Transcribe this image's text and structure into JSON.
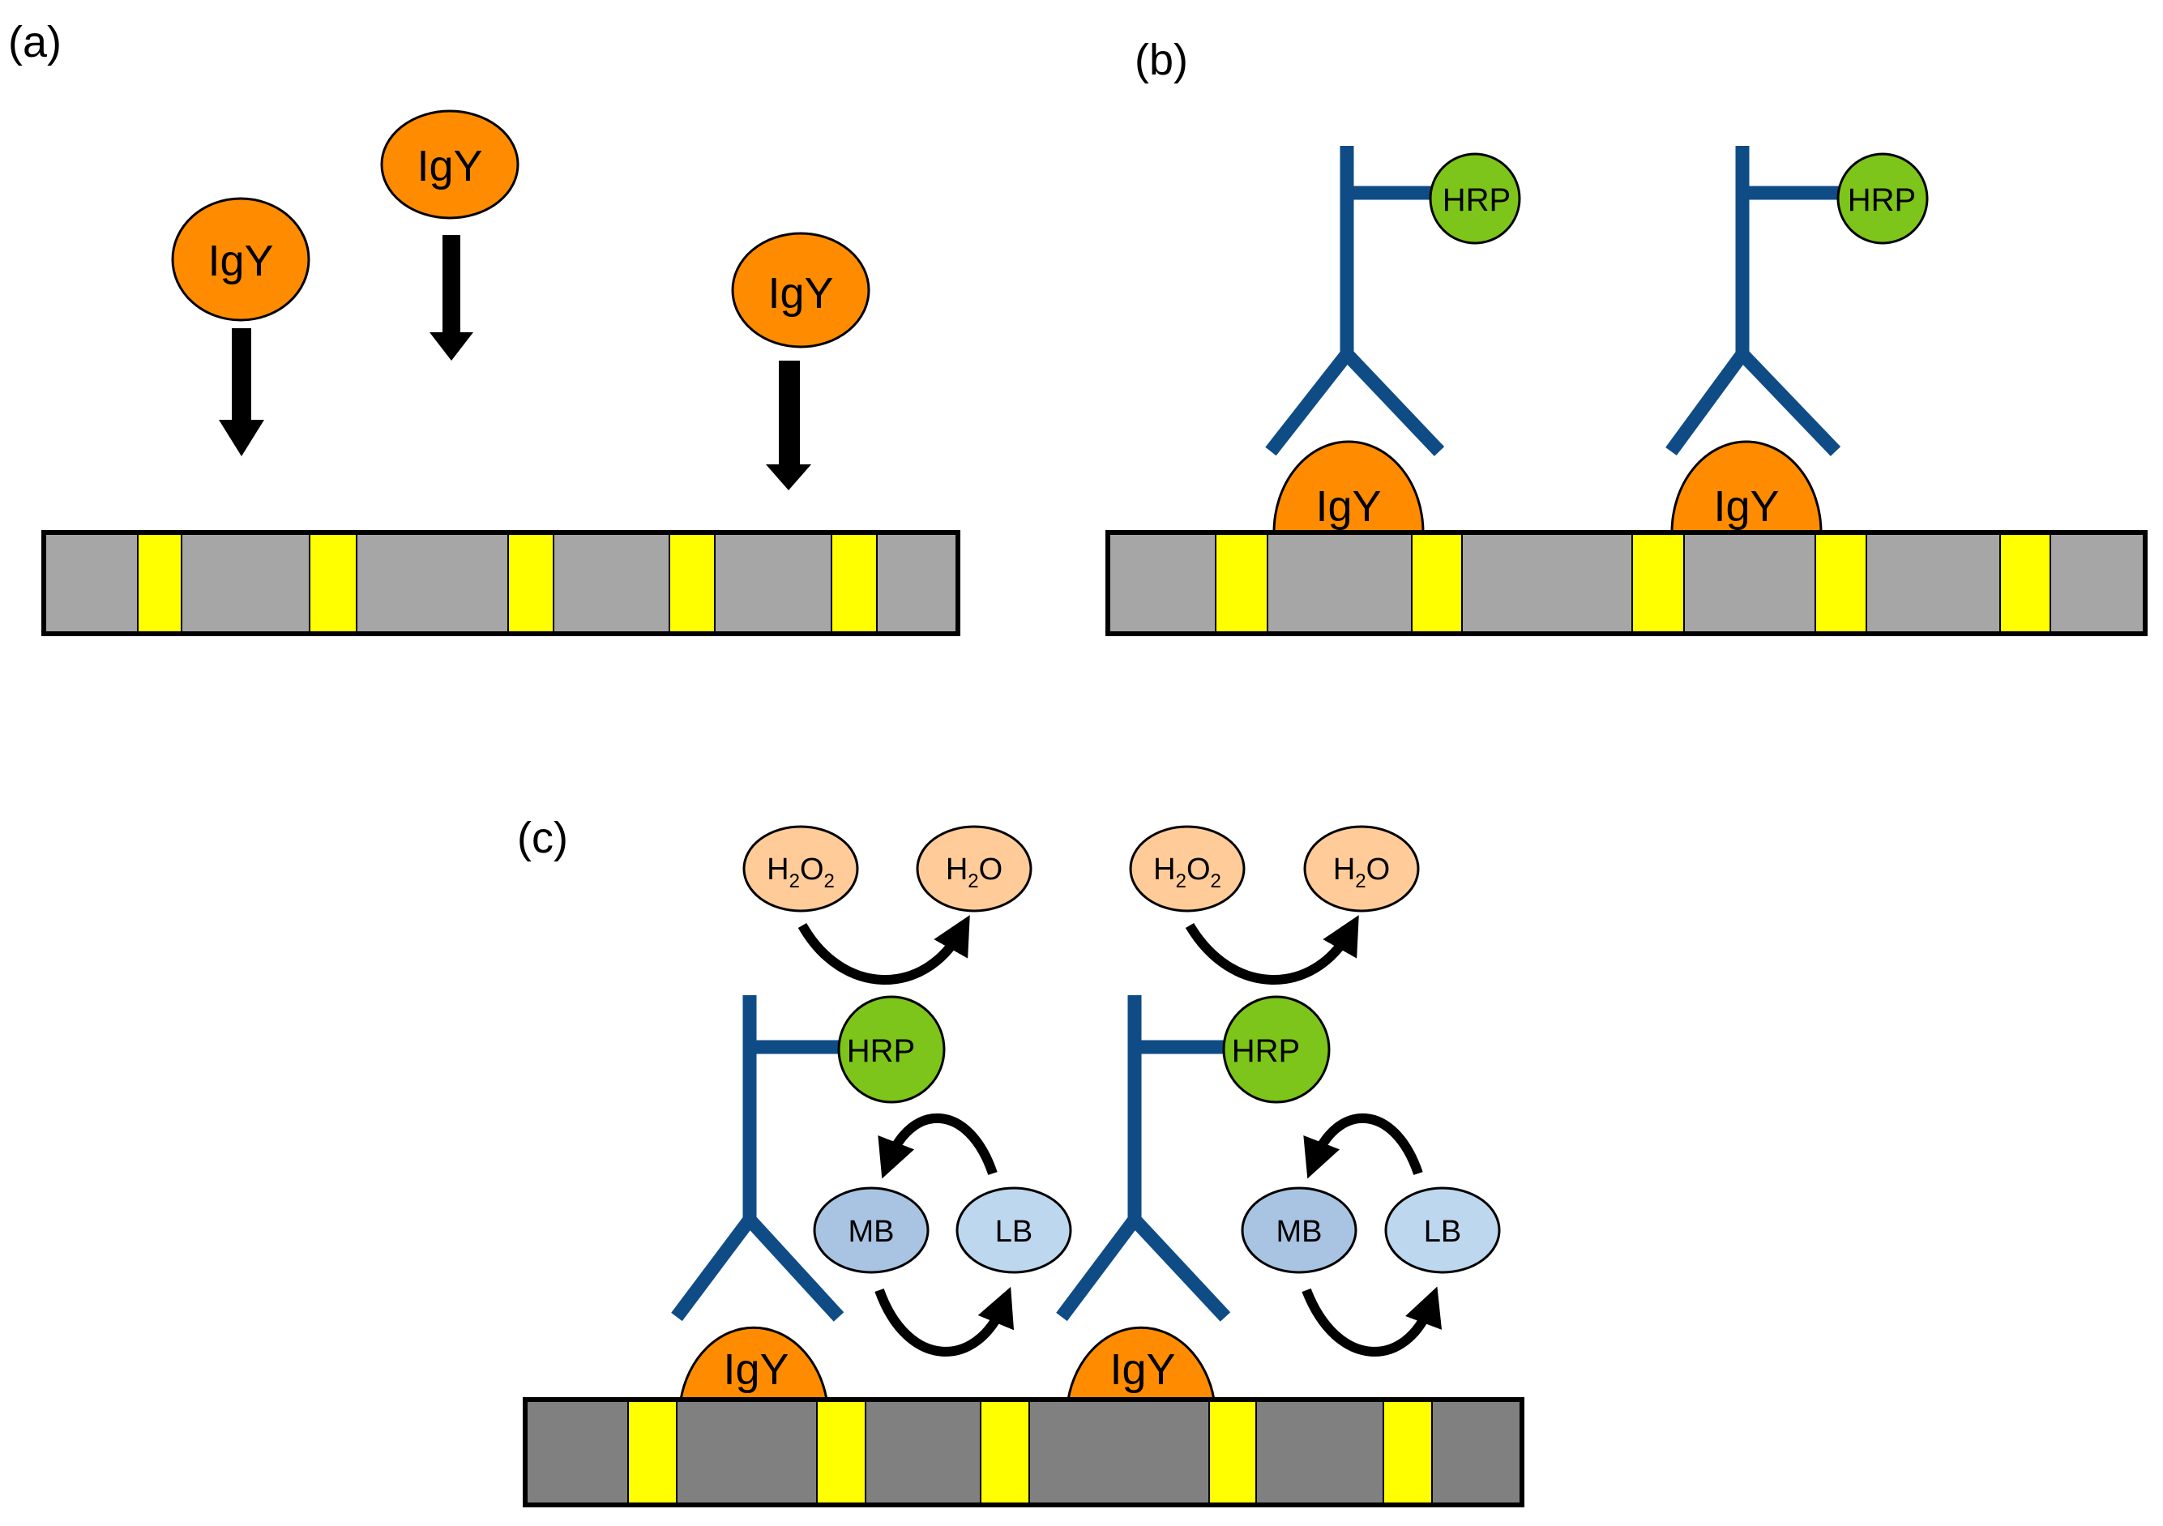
{
  "panels": {
    "a": {
      "label": "(a)"
    },
    "b": {
      "label": "(b)"
    },
    "c": {
      "label": "(c)"
    }
  },
  "molecules": {
    "igy": "IgY",
    "hrp": "HRP",
    "h2o2": {
      "base1": "H",
      "sub1": "2",
      "base2": "O",
      "sub2": "2"
    },
    "h2o": {
      "base1": "H",
      "sub1": "2",
      "base2": "O"
    },
    "mb": "MB",
    "lb": "LB"
  },
  "colors": {
    "igy_fill": "#FF8C00",
    "hrp_fill": "#7DC51A",
    "antibody": "#0F4C85",
    "peroxide_fill": "#FFCC99",
    "mb_fill": "#A9C4E2",
    "lb_fill": "#BDD7EE",
    "electrode_light": "#A6A6A6",
    "electrode_dark": "#808080",
    "electrode_band": "#FFFF00"
  },
  "icons": [
    "down-arrow-icon",
    "curved-arrow-icon",
    "antibody-icon",
    "electrode-strip"
  ]
}
